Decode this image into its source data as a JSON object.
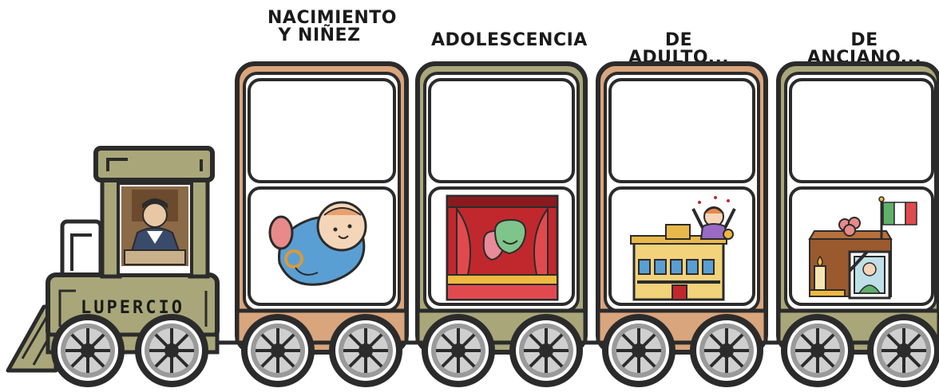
{
  "titles": {
    "car1_line1": "NACIMIENTO",
    "car1_line2": "Y NIÑEZ",
    "car2": "ADOLESCENCIA",
    "car3": "DE ADULTO...",
    "car4": "DE ANCIANO..."
  },
  "locomotive": {
    "name": "LUPERCIO",
    "portrait_icon": "lupercio-portrait-icon"
  },
  "cars": [
    {
      "icon": "baby-with-pacifier-icon",
      "color": "#d9a57c"
    },
    {
      "icon": "theater-masks-stage-icon",
      "color": "#a9a77a"
    },
    {
      "icon": "celebrating-person-town-hall-icon",
      "color": "#d9a57c"
    },
    {
      "icon": "coffin-candle-flag-portrait-icon",
      "color": "#a9a77a"
    }
  ],
  "colors": {
    "tan": "#d9a57c",
    "olive": "#a9a77a",
    "outline": "#2b2b2b",
    "panel": "#ffffff"
  }
}
